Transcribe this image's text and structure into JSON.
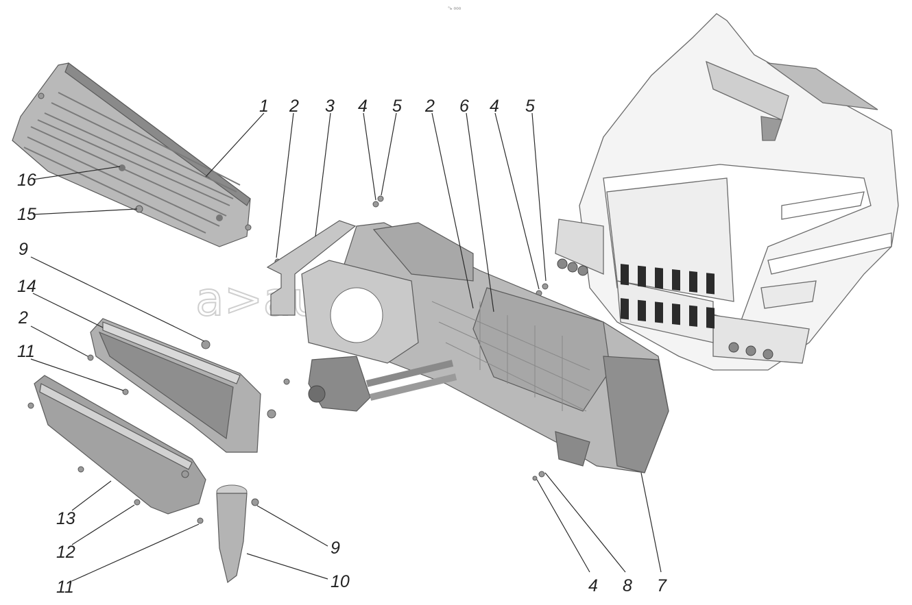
{
  "header_code": "°ь ооо",
  "watermark": "a>autoliter.ru",
  "callouts": [
    {
      "id": "c1",
      "text": "1"
    },
    {
      "id": "c2a",
      "text": "2"
    },
    {
      "id": "c3",
      "text": "3"
    },
    {
      "id": "c4a",
      "text": "4"
    },
    {
      "id": "c5a",
      "text": "5"
    },
    {
      "id": "c2b",
      "text": "2"
    },
    {
      "id": "c6",
      "text": "6"
    },
    {
      "id": "c4b",
      "text": "4"
    },
    {
      "id": "c5b",
      "text": "5"
    },
    {
      "id": "c16",
      "text": "16"
    },
    {
      "id": "c15",
      "text": "15"
    },
    {
      "id": "c9a",
      "text": "9"
    },
    {
      "id": "c14",
      "text": "14"
    },
    {
      "id": "c2c",
      "text": "2"
    },
    {
      "id": "c11a",
      "text": "11"
    },
    {
      "id": "c13",
      "text": "13"
    },
    {
      "id": "c12",
      "text": "12"
    },
    {
      "id": "c11b",
      "text": "11"
    },
    {
      "id": "c9b",
      "text": "9"
    },
    {
      "id": "c10",
      "text": "10"
    },
    {
      "id": "c4c",
      "text": "4"
    },
    {
      "id": "c8",
      "text": "8"
    },
    {
      "id": "c7",
      "text": "7"
    }
  ],
  "colors": {
    "part_fill": "#b9b9b9",
    "part_dark": "#8a8a8a",
    "part_light": "#d9d9d9",
    "truck_line": "#6a6a6a"
  }
}
